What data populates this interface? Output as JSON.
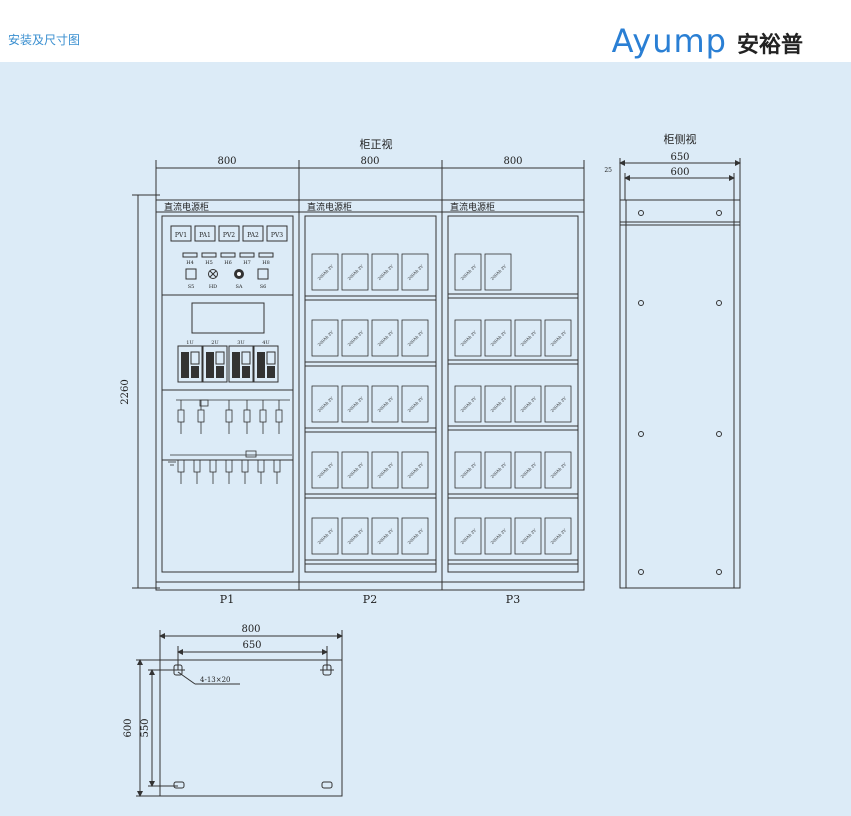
{
  "header": {
    "section_title": "安装及尺寸图",
    "brand_latin": "Ayump",
    "brand_cjk": "安裕普"
  },
  "colors": {
    "brand": "#2a7fd4",
    "section_title": "#3a8fd0",
    "drawing_bg": "#dcebf7",
    "line": "#333333"
  },
  "front_view": {
    "title": "柜正视",
    "width_dims": [
      "800",
      "800",
      "800"
    ],
    "height_dim": "2260",
    "cabinet_labels": [
      "直流电源柜",
      "直流电源柜",
      "直流电源柜"
    ],
    "panel_labels": [
      "P1",
      "P2",
      "P3"
    ],
    "meters": [
      "PV1",
      "PA1",
      "PV2",
      "PA2",
      "PV3"
    ],
    "indicator_labels": [
      "H4",
      "H5",
      "H6",
      "H7",
      "H8"
    ],
    "switch_labels": [
      "S5",
      "HD",
      "SA",
      "S6"
    ],
    "module_labels": [
      "1U",
      "2U",
      "3U",
      "4U"
    ],
    "battery_label": "200Ah 2V"
  },
  "side_view": {
    "title": "柜侧视",
    "outer_dim": "650",
    "inner_dim": "600",
    "offset_dim": "25"
  },
  "base_view": {
    "width_outer": "800",
    "width_inner": "650",
    "depth_outer": "600",
    "depth_inner": "550",
    "hole_note": "4-13×20"
  }
}
